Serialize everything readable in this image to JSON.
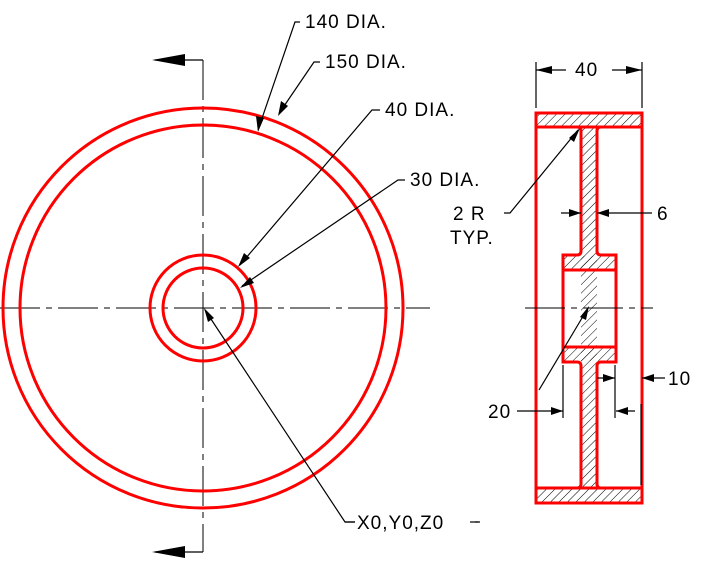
{
  "drawing": {
    "colors": {
      "object": "#ff0000",
      "dimension": "#000000"
    },
    "front_view": {
      "labels": {
        "dia_140": "140 DIA.",
        "dia_150": "150 DIA.",
        "dia_40": "40 DIA.",
        "dia_30": "30 DIA.",
        "origin": "X0,Y0,Z0"
      }
    },
    "section_view": {
      "labels": {
        "width_40": "40",
        "radius": "2 R",
        "radius_note": "TYP.",
        "web_6": "6",
        "rim_10": "10",
        "hub_20": "20"
      }
    }
  }
}
